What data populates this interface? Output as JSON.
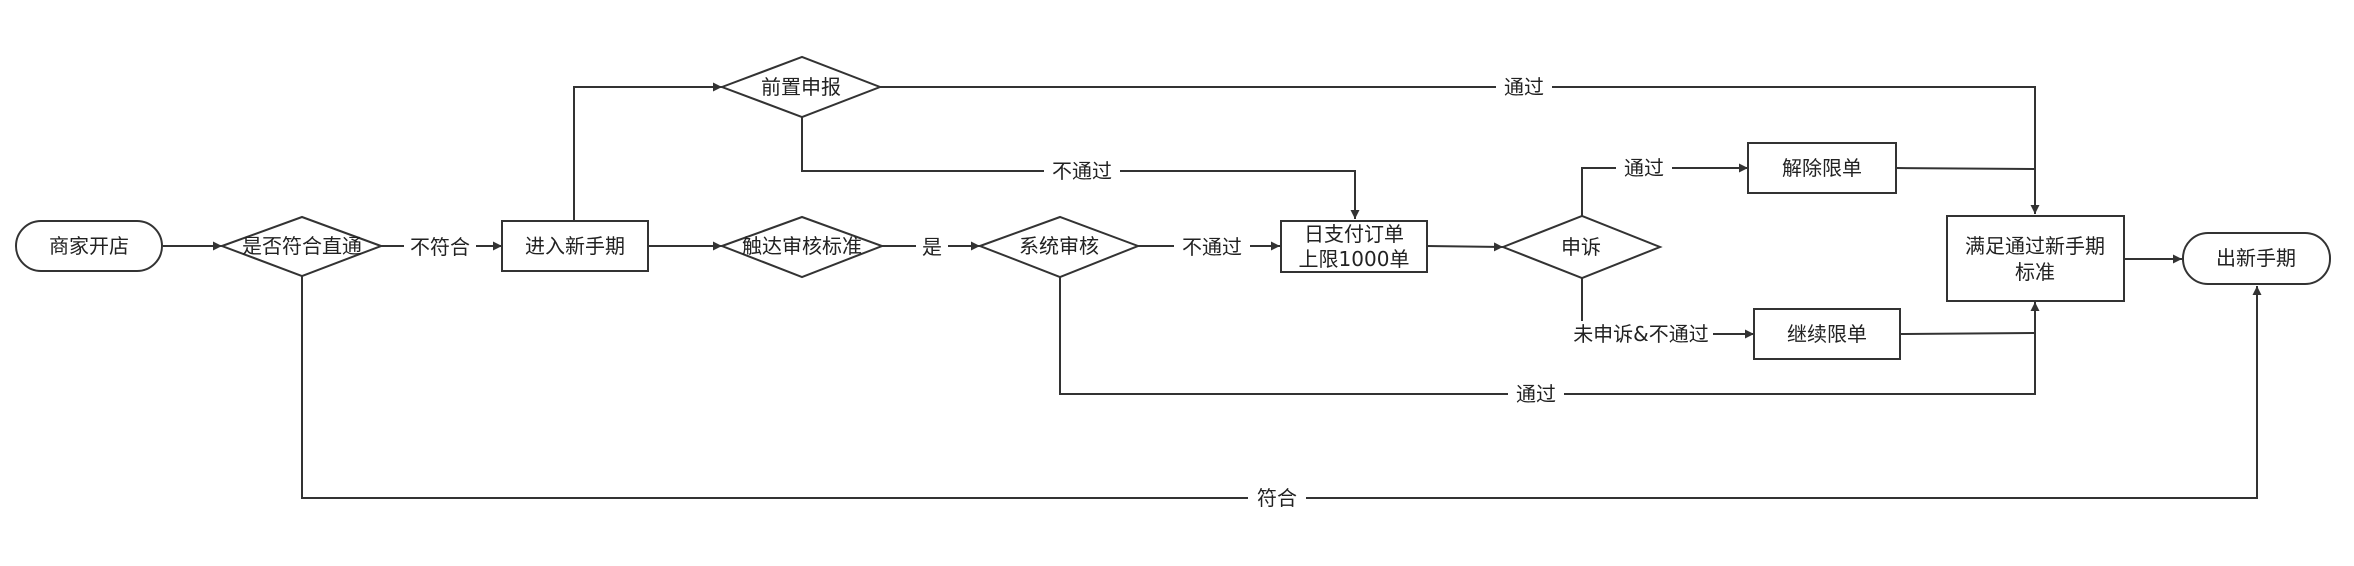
{
  "nodes": {
    "start": "商家开店",
    "decision_direct": "是否符合直通",
    "enter_period": "进入新手期",
    "pre_report": "前置申报",
    "reach_standard": "触达审核标准",
    "system_review": "系统审核",
    "daily_limit_line1": "日支付订单",
    "daily_limit_line2": "上限1000单",
    "appeal": "申诉",
    "lift_limit": "解除限单",
    "continue_limit": "继续限单",
    "meet_standard_line1": "满足通过新手期",
    "meet_standard_line2": "标准",
    "exit_period": "出新手期"
  },
  "edge_labels": {
    "not_qualified": "不符合",
    "qualified": "符合",
    "yes": "是",
    "review_fail": "不通过",
    "review_pass": "通过",
    "report_pass": "通过",
    "report_fail": "不通过",
    "appeal_pass": "通过",
    "appeal_none_or_fail": "未申诉&不通过"
  },
  "colors": {
    "stroke": "#333333",
    "fill": "#ffffff",
    "text": "#222222"
  }
}
